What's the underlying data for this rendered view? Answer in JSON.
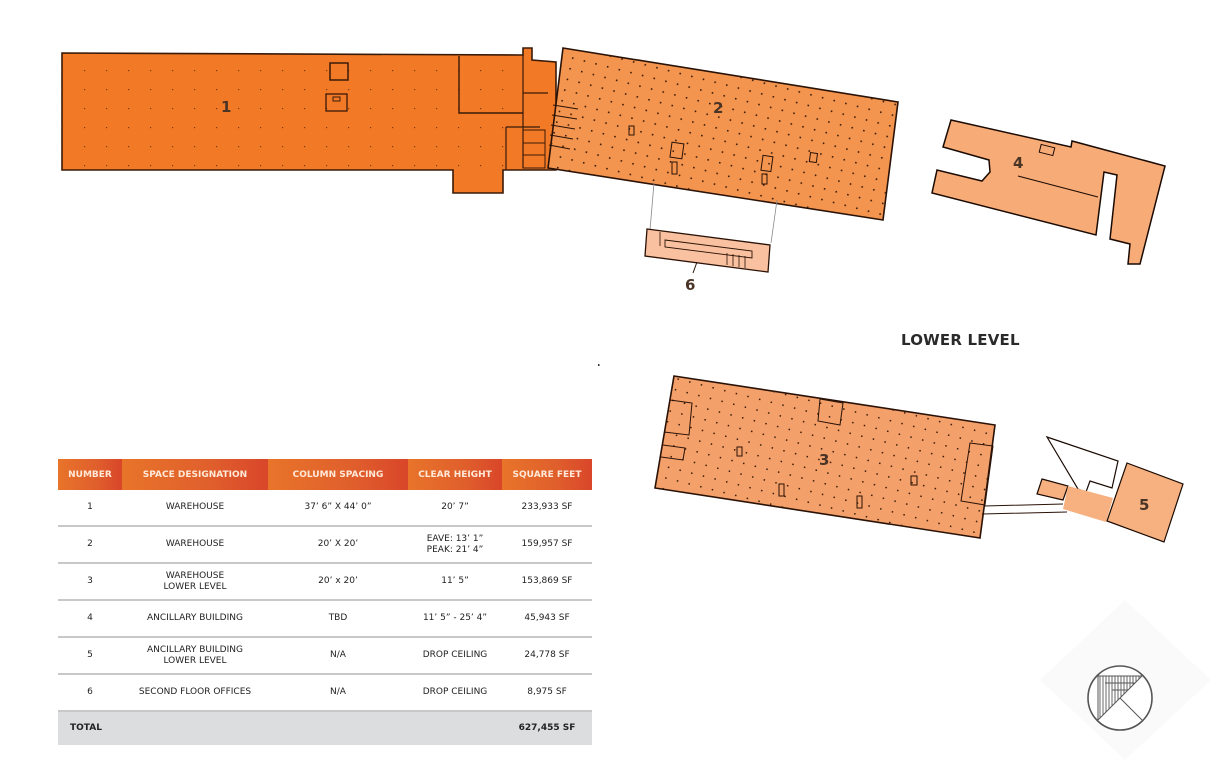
{
  "plan": {
    "buildings": [
      {
        "number": "1",
        "fill": "#f27a26"
      },
      {
        "number": "2",
        "fill": "#f4954f"
      },
      {
        "number": "3",
        "fill": "#f4a06a"
      },
      {
        "number": "4",
        "fill": "#f7ab77"
      },
      {
        "number": "5",
        "fill": "#f7b07f"
      },
      {
        "number": "6",
        "fill": "#f9c1a0"
      }
    ],
    "lower_level_label": "LOWER LEVEL"
  },
  "table": {
    "headers": [
      "NUMBER",
      "SPACE DESIGNATION",
      "COLUMN SPACING",
      "CLEAR HEIGHT",
      "SQUARE FEET"
    ],
    "rows": [
      {
        "number": "1",
        "designation": "WAREHOUSE",
        "designation2": "",
        "column_spacing": "37’ 6” X 44’ 0”",
        "clear_height": "20’ 7”",
        "clear_height2": "",
        "square_feet": "233,933 SF"
      },
      {
        "number": "2",
        "designation": "WAREHOUSE",
        "designation2": "",
        "column_spacing": "20’ X 20’",
        "clear_height": "EAVE: 13’ 1”",
        "clear_height2": "PEAK: 21’ 4”",
        "square_feet": "159,957 SF"
      },
      {
        "number": "3",
        "designation": "WAREHOUSE",
        "designation2": "LOWER LEVEL",
        "column_spacing": "20’ x 20’",
        "clear_height": "11’ 5”",
        "clear_height2": "",
        "square_feet": "153,869 SF"
      },
      {
        "number": "4",
        "designation": "ANCILLARY BUILDING",
        "designation2": "",
        "column_spacing": "TBD",
        "clear_height": "11’ 5” - 25’ 4”",
        "clear_height2": "",
        "square_feet": "45,943 SF"
      },
      {
        "number": "5",
        "designation": "ANCILLARY BUILDING",
        "designation2": "LOWER LEVEL",
        "column_spacing": "N/A",
        "clear_height": "DROP CEILING",
        "clear_height2": "",
        "square_feet": "24,778 SF"
      },
      {
        "number": "6",
        "designation": "SECOND FLOOR OFFICES",
        "designation2": "",
        "column_spacing": "N/A",
        "clear_height": "DROP CEILING",
        "clear_height2": "",
        "square_feet": "8,975 SF"
      }
    ],
    "total": {
      "label": "TOTAL",
      "square_feet": "627,455 SF"
    }
  },
  "compass": {
    "icon": "north-arrow-icon"
  }
}
